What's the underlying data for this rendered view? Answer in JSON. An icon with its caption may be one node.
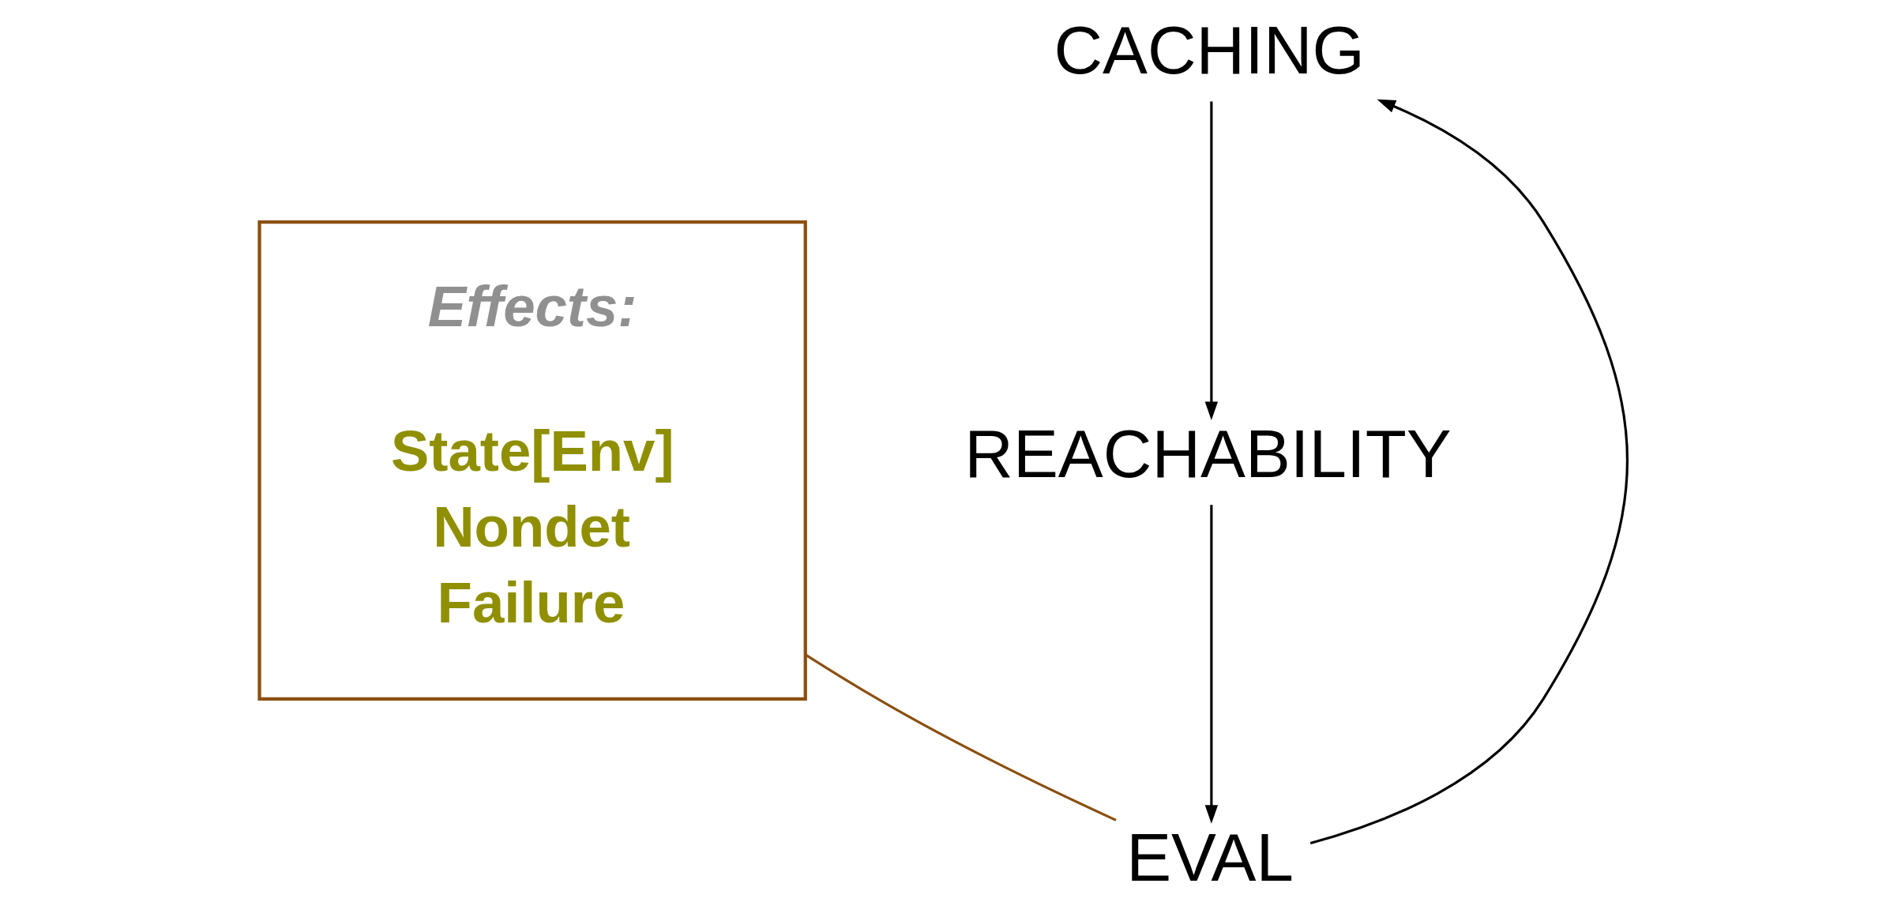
{
  "diagram": {
    "nodes": [
      {
        "text": [
          "Effects:",
          "State[Env]",
          "Nondet",
          "Failure"
        ]
      },
      {
        "text": [
          "CACHING"
        ]
      },
      {
        "text": [
          "REACHABILITY"
        ]
      },
      {
        "text": [
          "EVAL"
        ]
      }
    ],
    "edges": [
      {
        "from": 1,
        "to": 2,
        "arrow": "to"
      },
      {
        "from": 2,
        "to": 3,
        "arrow": "to"
      },
      {
        "from": 3,
        "to": 1,
        "arrow": "to"
      },
      {
        "from": 0,
        "to": 3,
        "arrow": "none",
        "color": "#8b4f0f"
      }
    ]
  }
}
